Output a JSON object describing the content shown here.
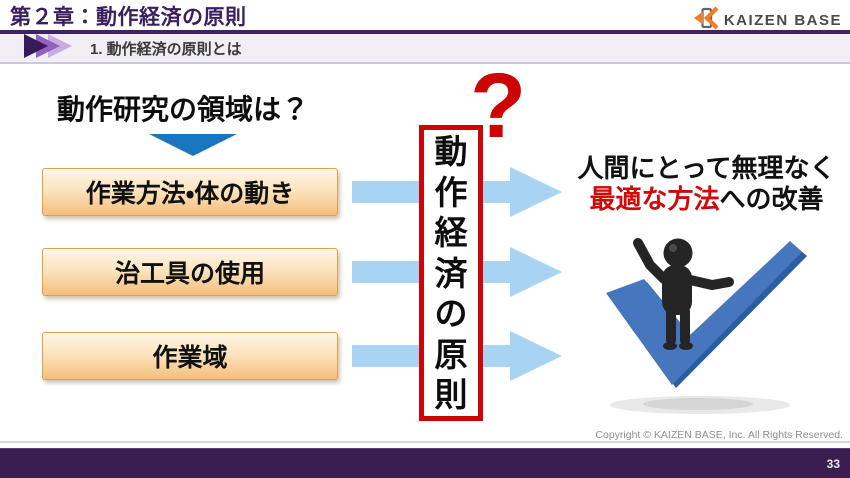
{
  "header": {
    "chapter_title": "第２章：動作経済の原則",
    "logo_text": "KAIZEN BASE",
    "section_label": "1.  動作経済の原則とは"
  },
  "main": {
    "question_title": "動作研究の領域は？",
    "boxes": [
      "作業方法・体の動き",
      "治工具の使用",
      "作業域"
    ],
    "center_box_vertical_text": "動作経済の原則",
    "question_mark": "?",
    "result_line1": "人間にとって無理なく",
    "result_line2_highlight": "最適な方法",
    "result_line2_rest": "への改善"
  },
  "footer": {
    "copyright": "Copyright ©  KAIZEN BASE, Inc.  All Rights Reserved.",
    "page_number": "33"
  },
  "colors": {
    "brand_purple": "#3F2165",
    "footer_purple": "#3A1E52",
    "accent_red": "#CC0607",
    "flow_arrow_blue": "#A8D3F2",
    "triangle_blue": "#1B76C0",
    "box_gradient_top": "#FEF6E8",
    "box_gradient_bottom": "#F5BE7B",
    "check_blue": "#4677BE"
  }
}
